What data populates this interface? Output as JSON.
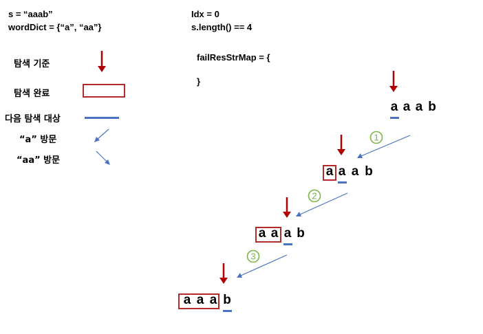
{
  "header": {
    "s_line": "s = “aaab”",
    "dict_line": "wordDict = {“a”, “aa”}",
    "idx_line": "Idx = 0",
    "len_line": "s.length() == 4",
    "map_open": "failResStrMap = {",
    "map_close": "}"
  },
  "legend": {
    "search_base": "탐색 기준",
    "search_done": "탐색 완료",
    "next_target": "다음 탐색 대상",
    "visit_a": "“a” 방문",
    "visit_aa": "“aa” 방문"
  },
  "steps": [
    {
      "chars": [
        "a",
        "a",
        "a",
        "b"
      ],
      "done": 0,
      "next": 0
    },
    {
      "chars": [
        "a",
        "a",
        "a",
        "b"
      ],
      "done": 1,
      "next": 1
    },
    {
      "chars": [
        "a",
        "a",
        "a",
        "b"
      ],
      "done": 2,
      "next": 2
    },
    {
      "chars": [
        "a",
        "a",
        "a",
        "b"
      ],
      "done": 3,
      "next": 3
    }
  ],
  "transitions": [
    "1",
    "2",
    "3"
  ],
  "colors": {
    "search_arrow": "#b00000",
    "done_box": "#b22a2a",
    "next_underline": "#4a72c2",
    "visit_arrow": "#4a72c2",
    "badge": "#7ab648"
  }
}
